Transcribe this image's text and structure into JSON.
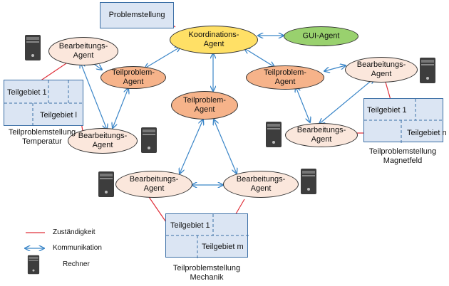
{
  "problem_box": "Problemstellung",
  "coordinator": "Koordinations-\nAgent",
  "gui_agent": "GUI-Agent",
  "central_subproblem": "Teilproblem-\nAgent",
  "left_subproblem": "Teilproblem-\nAgent",
  "right_subproblem": "Teilproblem-\nAgent",
  "processing_agent_label": "Bearbeitungs-\nAgent",
  "regions": {
    "temperature": {
      "cell1": "Teilgebiet 1",
      "cellN": "Teilgebiet l",
      "caption": "Teilproblemstellung\nTemperatur"
    },
    "magnet": {
      "cell1": "Teilgebiet 1",
      "cellN": "Teilgebiet n",
      "caption": "Teilproblemstellung\nMagnetfeld"
    },
    "mechanics": {
      "cell1": "Teilgebiet 1",
      "cellN": "Teilgebiet m",
      "caption": "Teilproblemstellung\nMechanik"
    }
  },
  "legend": {
    "responsibility": "Zuständigkeit",
    "communication": "Kommunikation",
    "computer": "Rechner"
  },
  "colors": {
    "coordinator_fill": "#ffe066",
    "gui_fill": "#99d16e",
    "subproblem_fill": "#f6b38a",
    "processing_fill": "#fbe7dc",
    "box_fill": "#dbe5f3",
    "problem_fill": "#dbe5f3",
    "responsibility_line": "#e0303a",
    "communication_arrow": "#3b86c8"
  }
}
